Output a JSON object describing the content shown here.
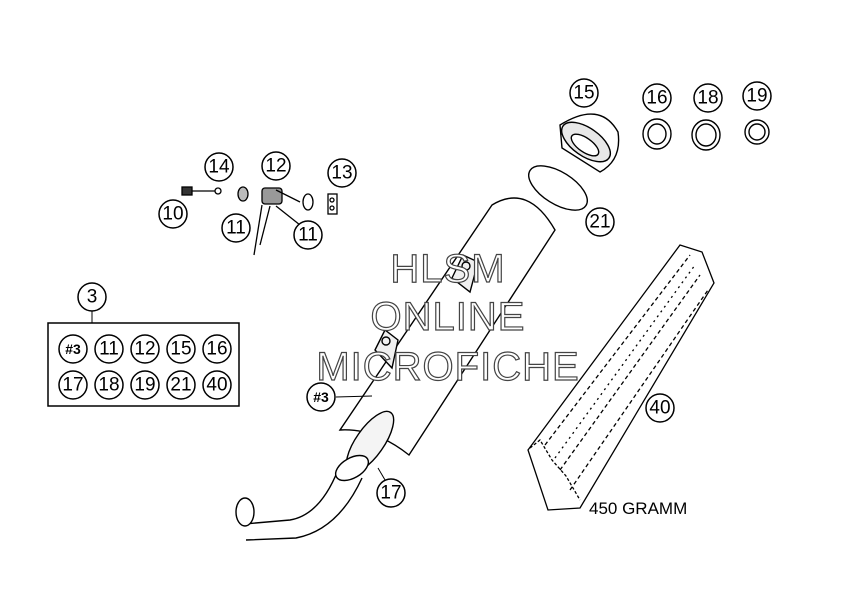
{
  "callouts": {
    "c15": "15",
    "c16": "16",
    "c18": "18",
    "c19": "19",
    "c14": "14",
    "c12": "12",
    "c13": "13",
    "c10": "10",
    "c11a": "11",
    "c11b": "11",
    "c21": "21",
    "c3": "3",
    "c40": "40",
    "c17": "17",
    "c_hash3": "#3"
  },
  "kit_table": {
    "row1": [
      "#3",
      "11",
      "12",
      "15",
      "16"
    ],
    "row2": [
      "17",
      "18",
      "19",
      "21",
      "40"
    ]
  },
  "weight_label": "450 GRAMM",
  "watermark": {
    "line1": "HLSM",
    "line2": "ONLINE",
    "line3": "MICROFICHE"
  }
}
